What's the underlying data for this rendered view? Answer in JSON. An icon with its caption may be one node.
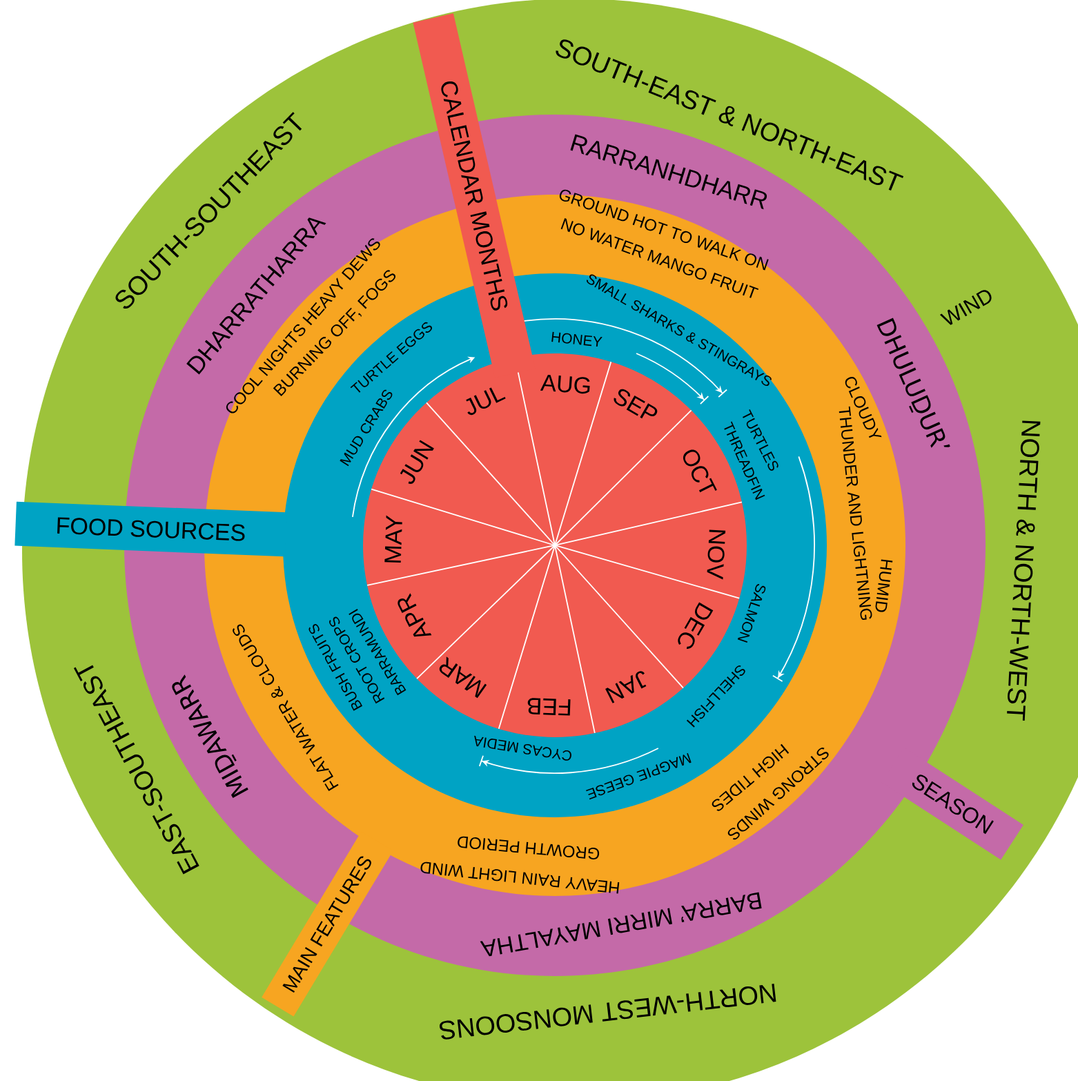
{
  "diagram": {
    "nodes": [
      {
        "text": [
          "SOUTH-SOUTHEAST",
          "SOUTH-EAST & NORTH-EAST",
          "WIND",
          "NORTH & NORTH-WEST",
          "NORTH-WEST MONSOONS",
          "EAST-SOUTHEAST"
        ]
      },
      {
        "text": [
          "DHARRATHARRA",
          "RARRANHDHARR",
          "DHULUḎUR’",
          "BARRA’ MIRRI MAYALTHA",
          "MIḎAWARR"
        ],
        "in": 0
      },
      {
        "text": [
          "COOL NIGHTS HEAVY DEWS",
          "BURNING OFF, FOGS",
          "GROUND HOT TO WALK ON",
          "NO WATER MANGO FRUIT",
          "CLOUDY",
          "THUNDER AND LIGHTNING",
          "HUMID",
          "STRONG WINDS",
          "HIGH TIDES",
          "HEAVY RAIN LIGHT WIND",
          "GROWTH PERIOD",
          "FLAT WATER & CLOUDS"
        ],
        "in": 1
      },
      {
        "text": [
          "TURTLE EGGS",
          "MUD CRABS",
          "HONEY",
          "SMALL SHARKS & STINGRAYS",
          "TURTLES",
          "THREADFIN",
          "SALMON",
          "SHELLFISH",
          "MAGPIE GEESE",
          "CYCAS MEDIA",
          "BUSH FRUITS",
          "ROOT CROPS",
          "BARRAMUNDI"
        ],
        "in": 2
      },
      {
        "text": [
          "JUL",
          "AUG",
          "SEP",
          "OCT",
          "NOV",
          "DEC",
          "JAN",
          "FEB",
          "MAR",
          "APR",
          "MAY",
          "JUN"
        ],
        "in": 3
      },
      {
        "text": [
          "CALENDAR MONTHS"
        ],
        "in": 0
      },
      {
        "text": [
          "FOOD SOURCES"
        ],
        "in": 0
      },
      {
        "text": [
          "MAIN FEATURES"
        ],
        "in": 0
      },
      {
        "text": [
          "SEASON"
        ],
        "in": 0
      }
    ]
  }
}
